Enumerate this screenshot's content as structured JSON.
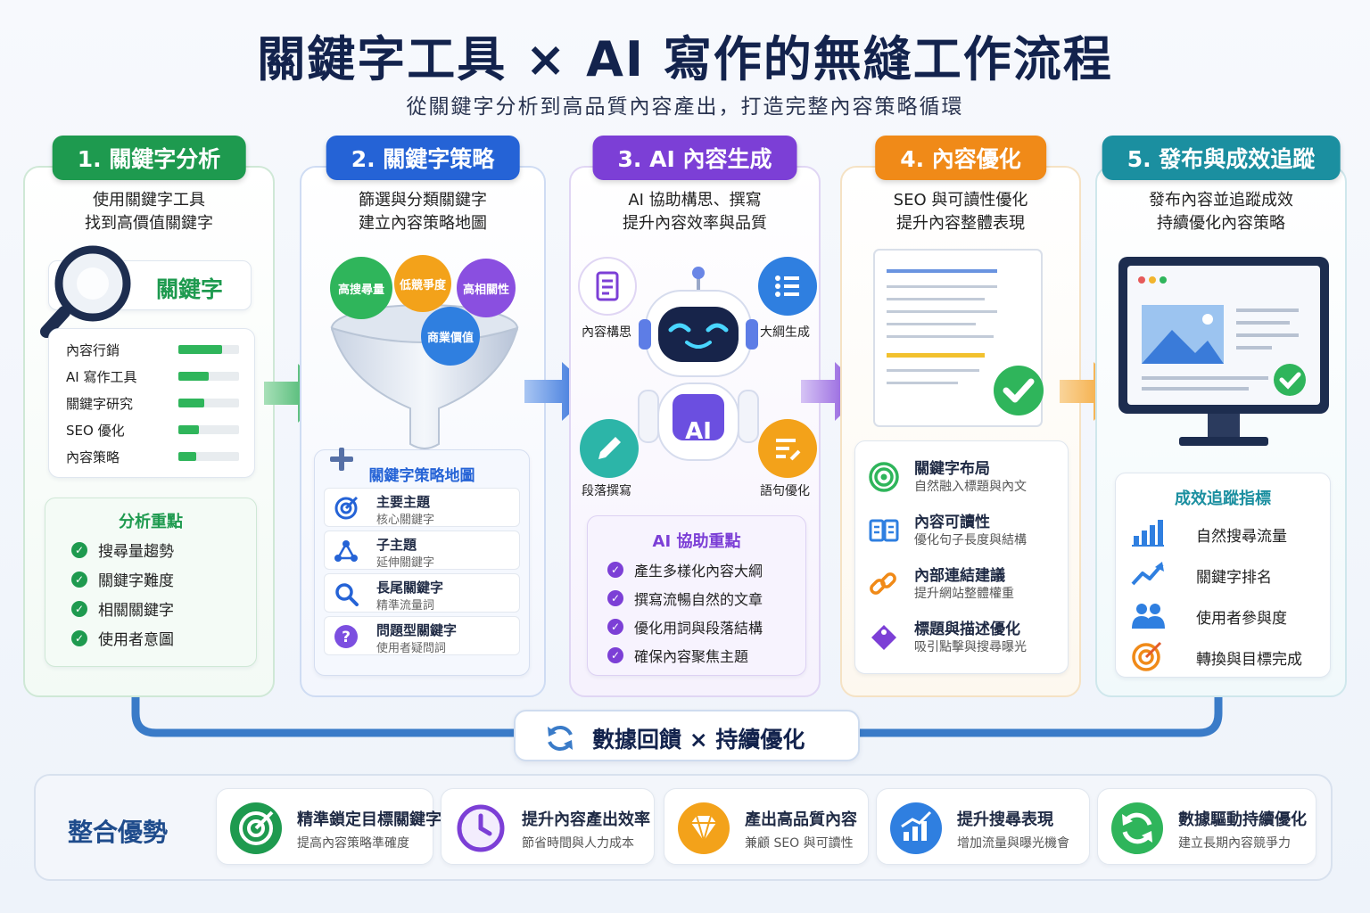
{
  "header": {
    "title": "關鍵字工具 × AI 寫作的無縫工作流程",
    "subtitle": "從關鍵字分析到高品質內容產出，打造完整內容策略循環"
  },
  "colors": {
    "green": "#1e9a4f",
    "blue": "#2563d6",
    "purple": "#7c3fd6",
    "orange": "#f08a18",
    "teal": "#1b8fa0"
  },
  "steps": [
    {
      "label": "1. 關鍵字分析",
      "desc": [
        "使用關鍵字工具",
        "找到高價值關鍵字"
      ],
      "search_label": "關鍵字",
      "keywords": [
        {
          "name": "內容行銷",
          "level": 0.72
        },
        {
          "name": "AI 寫作工具",
          "level": 0.5
        },
        {
          "name": "關鍵字研究",
          "level": 0.42
        },
        {
          "name": "SEO 優化",
          "level": 0.34
        },
        {
          "name": "內容策略",
          "level": 0.3
        }
      ],
      "focus_title": "分析重點",
      "focus_items": [
        "搜尋量趨勢",
        "關鍵字難度",
        "相關關鍵字",
        "使用者意圖"
      ]
    },
    {
      "label": "2. 關鍵字策略",
      "desc": [
        "篩選與分類關鍵字",
        "建立內容策略地圖"
      ],
      "bubbles": [
        "高搜尋量",
        "低競爭度",
        "高相關性",
        "商業價值"
      ],
      "map_title": "關鍵字策略地圖",
      "map_items": [
        {
          "title": "主要主題",
          "sub": "核心關鍵字",
          "icon": "target-icon"
        },
        {
          "title": "子主題",
          "sub": "延伸關鍵字",
          "icon": "network-icon"
        },
        {
          "title": "長尾關鍵字",
          "sub": "精準流量詞",
          "icon": "search-icon"
        },
        {
          "title": "問題型關鍵字",
          "sub": "使用者疑問詞",
          "icon": "question-icon"
        }
      ]
    },
    {
      "label": "3. AI 內容生成",
      "desc": [
        "AI 協助構思、撰寫",
        "提升內容效率與品質"
      ],
      "robot_badge": "AI",
      "features": [
        "內容構思",
        "大綱生成",
        "段落撰寫",
        "語句優化"
      ],
      "focus_title": "AI 協助重點",
      "focus_items": [
        "產生多樣化內容大綱",
        "撰寫流暢自然的文章",
        "優化用詞與段落結構",
        "確保內容聚焦主題"
      ]
    },
    {
      "label": "4. 內容優化",
      "desc": [
        "SEO 與可讀性優化",
        "提升內容整體表現"
      ],
      "items": [
        {
          "title": "關鍵字布局",
          "sub": "自然融入標題與內文",
          "icon": "target-icon"
        },
        {
          "title": "內容可讀性",
          "sub": "優化句子長度與結構",
          "icon": "book-icon"
        },
        {
          "title": "內部連結建議",
          "sub": "提升網站整體權重",
          "icon": "link-icon"
        },
        {
          "title": "標題與描述優化",
          "sub": "吸引點擊與搜尋曝光",
          "icon": "tag-icon"
        }
      ]
    },
    {
      "label": "5. 發布與成效追蹤",
      "desc": [
        "發布內容並追蹤成效",
        "持續優化內容策略"
      ],
      "metrics_title": "成效追蹤指標",
      "metrics": [
        {
          "name": "自然搜尋流量",
          "icon": "bar-chart-icon"
        },
        {
          "name": "關鍵字排名",
          "icon": "trend-icon"
        },
        {
          "name": "使用者參與度",
          "icon": "users-icon"
        },
        {
          "name": "轉換與目標完成",
          "icon": "target-icon"
        }
      ]
    }
  ],
  "feedback": {
    "label": "數據回饋 × 持續優化"
  },
  "advantages": {
    "title": "整合優勢",
    "items": [
      {
        "title": "精準鎖定目標關鍵字",
        "sub": "提高內容策略準確度"
      },
      {
        "title": "提升內容產出效率",
        "sub": "節省時間與人力成本"
      },
      {
        "title": "產出高品質內容",
        "sub": "兼顧 SEO 與可讀性"
      },
      {
        "title": "提升搜尋表現",
        "sub": "增加流量與曝光機會"
      },
      {
        "title": "數據驅動持續優化",
        "sub": "建立長期內容競爭力"
      }
    ]
  }
}
